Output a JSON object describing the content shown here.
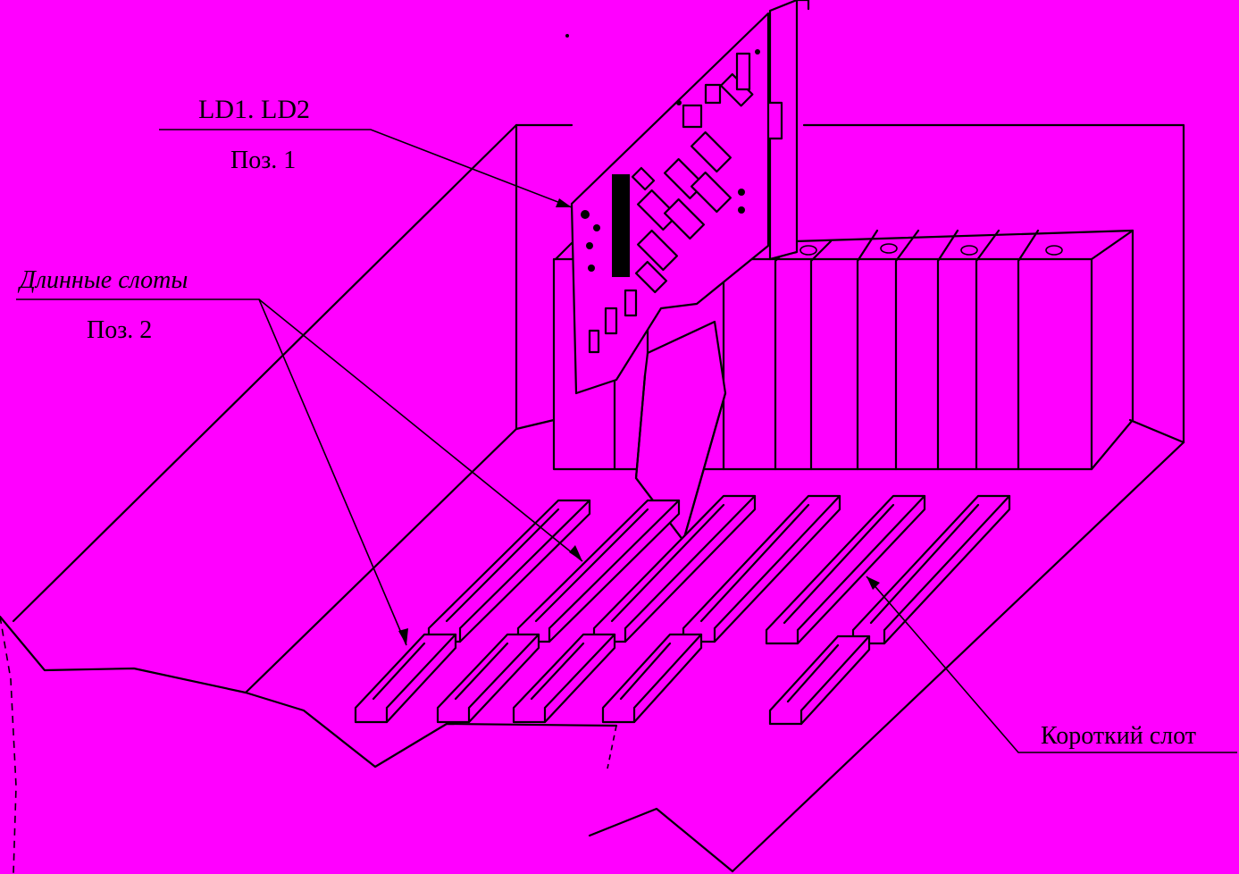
{
  "labels": {
    "ld": "LD1. LD2",
    "pos1": "Поз. 1",
    "long_slots": "Длинные слоты",
    "pos2": "Поз. 2",
    "short_slot": "Короткий слот"
  },
  "colors": {
    "background": "#ff00ff",
    "ink": "#000000"
  }
}
